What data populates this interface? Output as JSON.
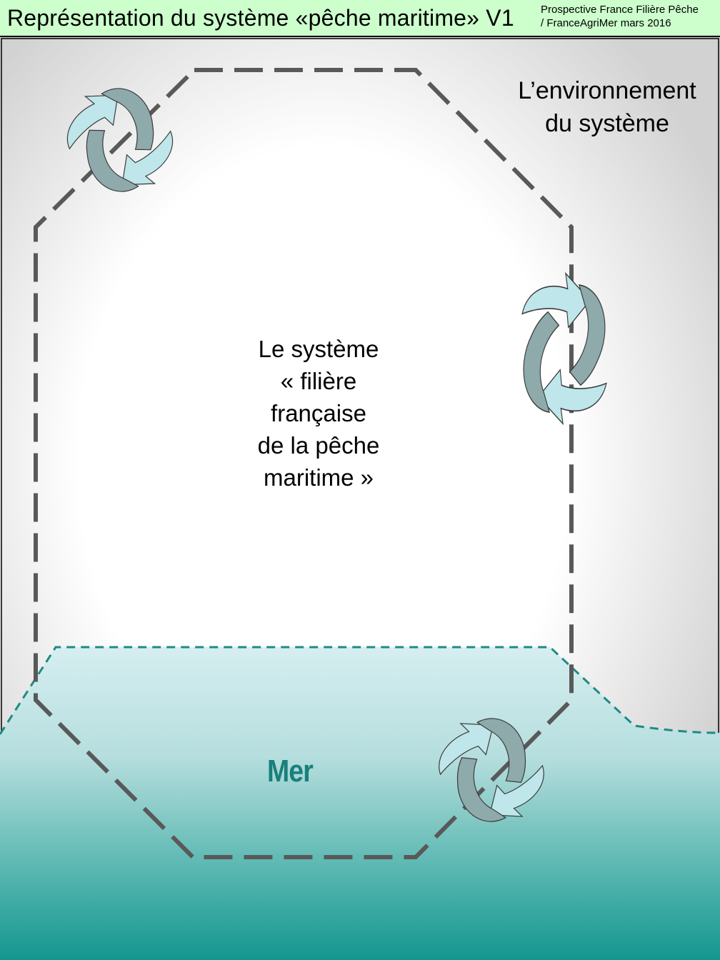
{
  "header": {
    "title": "Représentation du système «pêche maritime» V1",
    "source_line1": "Prospective France Filière Pêche",
    "source_line2": "/ FranceAgriMer  mars 2016"
  },
  "environment": {
    "line1": "L’environnement",
    "line2": "du système"
  },
  "system": {
    "line1": "Le système",
    "line2": "« filière",
    "line3": "française",
    "line4": "de la pêche",
    "line5": "maritime »"
  },
  "sea": {
    "label": "Mer"
  },
  "colors": {
    "header_bg": "#ccffcc",
    "environment_bg": "#d6d6d6",
    "boundary": "#595959",
    "sea_light": "#d2ecee",
    "sea_dark": "#17968f",
    "sea_border": "#1f8a86",
    "sea_label": "#1a7f7a",
    "arrow_light": "#bfe6ea",
    "arrow_dark": "#8eaaaa"
  },
  "icons": [
    "cycle-arrows-icon"
  ]
}
